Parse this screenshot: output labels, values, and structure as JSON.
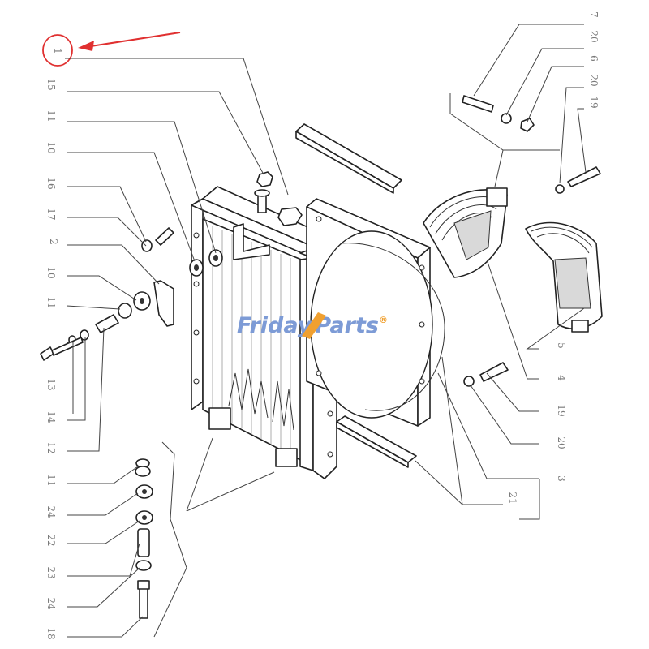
{
  "callouts": {
    "c1": "1",
    "c15": "15",
    "c11a": "11",
    "c10a": "10",
    "c16": "16",
    "c17": "17",
    "c2": "2",
    "c10b": "10",
    "c11b": "11",
    "c13": "13",
    "c14": "14",
    "c12": "12",
    "c11c": "11",
    "c24a": "24",
    "c22": "22",
    "c23": "23",
    "c24b": "24",
    "c18": "18",
    "c7": "7",
    "c20a": "20",
    "c6": "6",
    "c20b": "20",
    "c19a": "19",
    "c5": "5",
    "c4": "4",
    "c19b": "19",
    "c20c": "20",
    "c3": "3",
    "c21": "21"
  },
  "watermark": {
    "part1": "Friday",
    "part2": "Parts",
    "mark": "®"
  },
  "colors": {
    "highlight": "#e03030",
    "watermark_blue": "#7d9bd6",
    "watermark_orange": "#f0a030"
  }
}
